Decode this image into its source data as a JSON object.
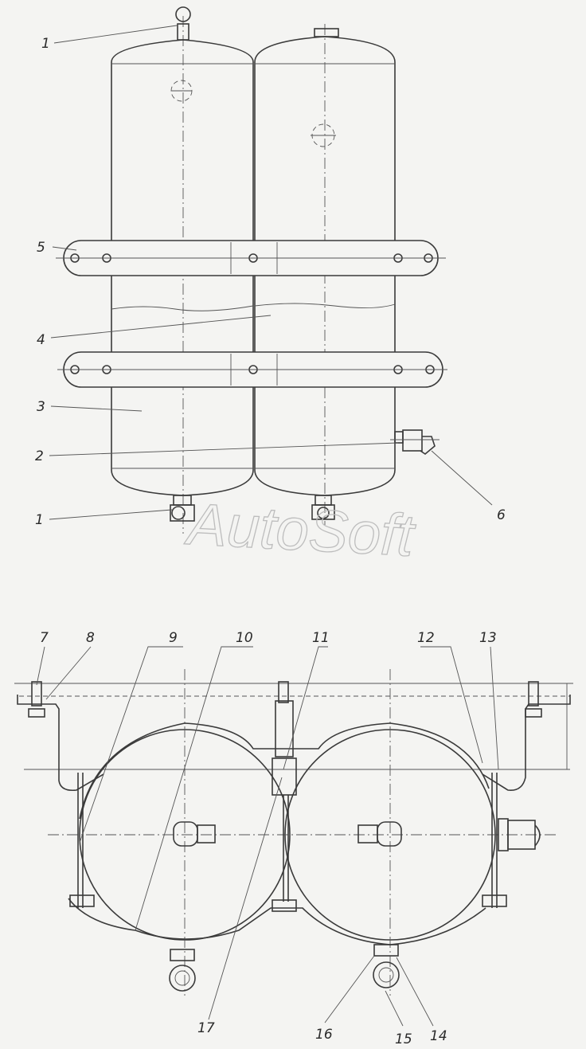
{
  "callouts_top": [
    {
      "id": "c1a",
      "label": "1"
    },
    {
      "id": "c5",
      "label": "5"
    },
    {
      "id": "c4",
      "label": "4"
    },
    {
      "id": "c3",
      "label": "3"
    },
    {
      "id": "c2",
      "label": "2"
    },
    {
      "id": "c1b",
      "label": "1"
    },
    {
      "id": "c6",
      "label": "6"
    }
  ],
  "callouts_bottom": [
    {
      "id": "c7",
      "label": "7"
    },
    {
      "id": "c8",
      "label": "8"
    },
    {
      "id": "c9",
      "label": "9"
    },
    {
      "id": "c10",
      "label": "10"
    },
    {
      "id": "c11",
      "label": "11"
    },
    {
      "id": "c12",
      "label": "12"
    },
    {
      "id": "c13",
      "label": "13"
    },
    {
      "id": "c14",
      "label": "14"
    },
    {
      "id": "c15",
      "label": "15"
    },
    {
      "id": "c16",
      "label": "16"
    },
    {
      "id": "c17",
      "label": "17"
    }
  ],
  "watermark": "AutoSoft",
  "colors": {
    "line": "#3a3a3a",
    "paper": "#f4f4f2",
    "watermark": "#bdbdbd"
  }
}
